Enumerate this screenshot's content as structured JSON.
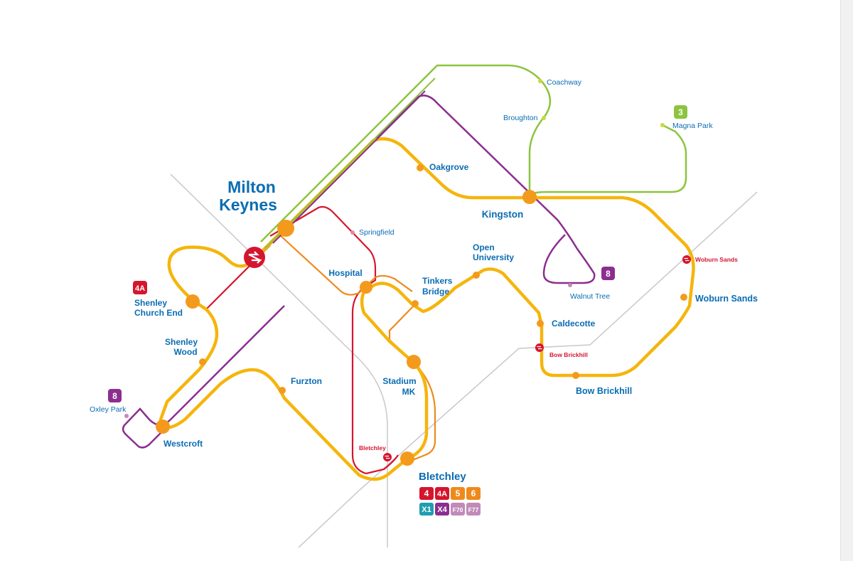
{
  "colors": {
    "route_yellow": "#f5b50c",
    "route_orange": "#ee8a1c",
    "route_red": "#d5152e",
    "route_purple": "#8b2e8f",
    "route_green": "#8cc43f",
    "route_magenta": "#c05a93",
    "route_teal": "#1f9eb0",
    "route_lilac": "#c18ab8",
    "rail_grey": "#c8c8c8",
    "label_blue": "#0a6db3",
    "hub": "#f39a1c"
  },
  "stations": {
    "milton_keynes": "Milton Keynes",
    "milton_keynes_line1": "Milton",
    "milton_keynes_line2": "Keynes",
    "kingston": "Kingston",
    "oakgrove": "Oakgrove",
    "coachway": "Coachway",
    "broughton": "Broughton",
    "magna_park": "Magna Park",
    "springfield": "Springfield",
    "hospital": "Hospital",
    "open_university_l1": "Open",
    "open_university_l2": "University",
    "tinkers_bridge_l1": "Tinkers",
    "tinkers_bridge_l2": "Bridge",
    "walnut_tree": "Walnut Tree",
    "woburn_sands_rail": "Woburn Sands",
    "woburn_sands": "Woburn Sands",
    "caldecotte": "Caldecotte",
    "bow_brickhill_rail": "Bow Brickhill",
    "bow_brickhill": "Bow Brickhill",
    "shenley_church_end_l1": "Shenley",
    "shenley_church_end_l2": "Church End",
    "shenley_wood_l1": "Shenley",
    "shenley_wood_l2": "Wood",
    "oxley_park": "Oxley Park",
    "westcroft": "Westcroft",
    "furzton": "Furzton",
    "stadium_mk_l1": "Stadium",
    "stadium_mk_l2": "MK",
    "bletchley_rail": "Bletchley",
    "bletchley": "Bletchley"
  },
  "route_badges": {
    "magna_park": "3",
    "walnut_tree": "8",
    "shenley_church_end": "4A",
    "oxley_park": "8"
  },
  "bletchley_routes": [
    {
      "label": "4",
      "color": "#d5152e"
    },
    {
      "label": "4A",
      "color": "#d5152e"
    },
    {
      "label": "5",
      "color": "#ee8a1c"
    },
    {
      "label": "6",
      "color": "#ee8a1c"
    },
    {
      "label": "X1",
      "color": "#1f9eb0"
    },
    {
      "label": "X4",
      "color": "#8b2e8f"
    },
    {
      "label": "F70",
      "color": "#c18ab8"
    },
    {
      "label": "F77",
      "color": "#c18ab8"
    }
  ],
  "icons": {
    "rail": "national-rail-icon"
  }
}
